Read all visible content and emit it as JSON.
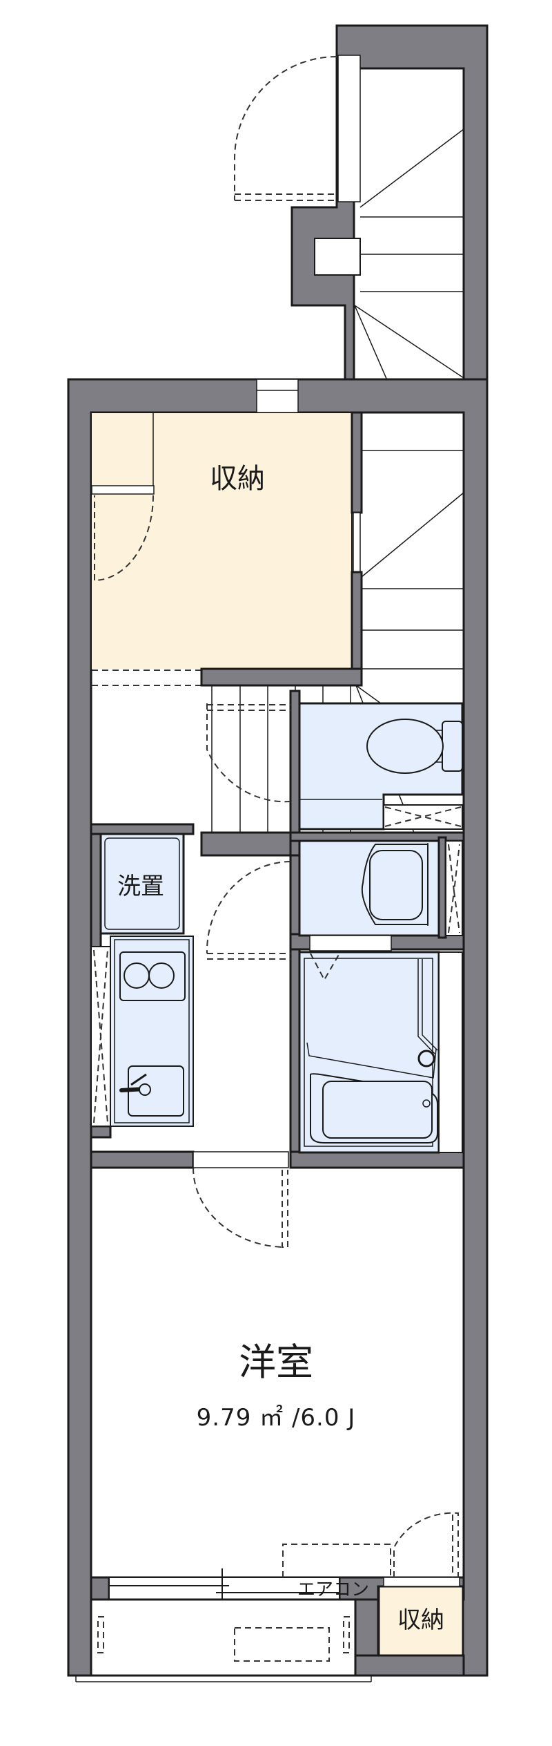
{
  "floor_plan": {
    "colors": {
      "wall": "#7f7e84",
      "wall_outline": "#1a1a1a",
      "storage_fill": "#fdf2dc",
      "wet_area_fill": "#e4eefc",
      "floor_fill": "#ffffff"
    },
    "rooms": {
      "storage_upper": {
        "label": "収納"
      },
      "laundry": {
        "label": "洗置"
      },
      "western_room": {
        "label": "洋室",
        "area": "9.79 ㎡ /6.0 J"
      },
      "aircon": {
        "label": "エアコン"
      },
      "storage_lower": {
        "label": "収納"
      }
    },
    "fixtures": {
      "toilet": "toilet-icon",
      "washbasin": "washbasin-icon",
      "bathtub": "bathtub-icon",
      "stove": "two-burner-stove-icon",
      "sink": "kitchen-sink-icon",
      "staircase": "staircase-icon"
    }
  }
}
